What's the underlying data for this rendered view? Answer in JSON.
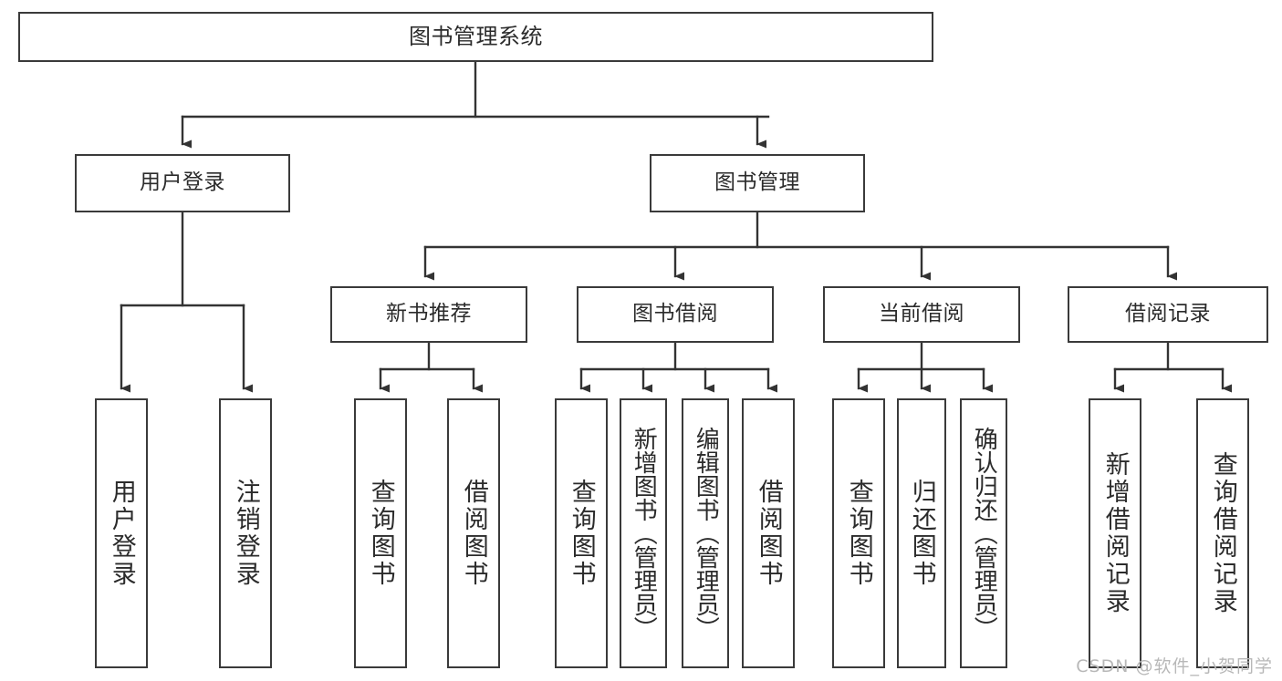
{
  "diagram": {
    "title": "图书管理系统",
    "type": "tree",
    "watermark": "CSDN @软件_小贺同学",
    "colors": {
      "box_border": "#3a3a3a",
      "box_fill": "#ffffff",
      "connector": "#333333",
      "text": "#2b2b2b",
      "watermark": "#b8b8b8"
    },
    "root": {
      "label": "图书管理系统"
    },
    "level1": [
      {
        "label": "用户登录"
      },
      {
        "label": "图书管理"
      }
    ],
    "level2": [
      {
        "label": "新书推荐"
      },
      {
        "label": "图书借阅"
      },
      {
        "label": "当前借阅"
      },
      {
        "label": "借阅记录"
      }
    ],
    "leaves": {
      "user_login": [
        {
          "label": "用户登录"
        },
        {
          "label": "注销登录"
        }
      ],
      "new_book_recommend": [
        {
          "label": "查询图书"
        },
        {
          "label": "借阅图书"
        }
      ],
      "book_borrow": [
        {
          "label": "查询图书"
        },
        {
          "label": "新增图书（管理员）"
        },
        {
          "label": "编辑图书（管理员）"
        },
        {
          "label": "借阅图书"
        }
      ],
      "current_borrow": [
        {
          "label": "查询图书"
        },
        {
          "label": "归还图书"
        },
        {
          "label": "确认归还（管理员）"
        }
      ],
      "borrow_record": [
        {
          "label": "新增借阅记录"
        },
        {
          "label": "查询借阅记录"
        }
      ]
    }
  }
}
